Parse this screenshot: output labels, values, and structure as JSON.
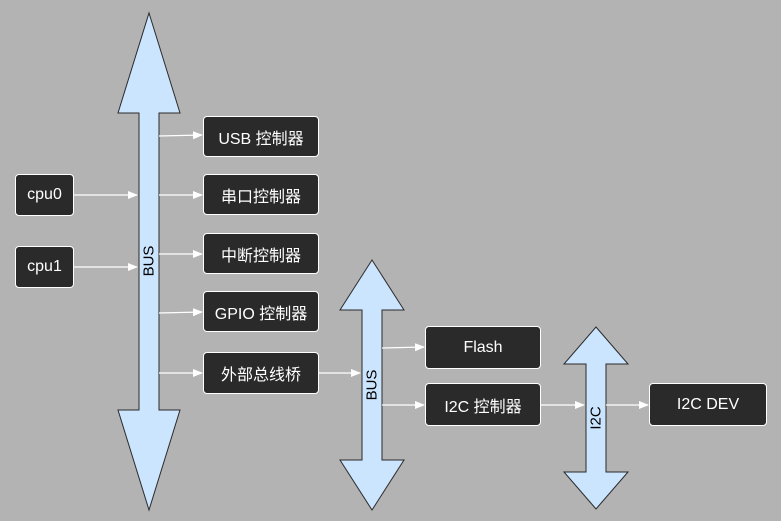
{
  "background_color": "#b3b3b3",
  "bus_fill_color": "#cce5ff",
  "box_fill_color": "#2a2a2a",
  "connector_color": "#ffffff",
  "nodes": {
    "cpu0": "cpu0",
    "cpu1": "cpu1",
    "usb_controller": "USB 控制器",
    "uart_controller": "串口控制器",
    "interrupt_controller": "中断控制器",
    "gpio_controller": "GPIO 控制器",
    "external_bus_bridge": "外部总线桥",
    "flash": "Flash",
    "i2c_controller": "I2C 控制器",
    "i2c_dev": "I2C DEV"
  },
  "buses": {
    "main_bus": "BUS",
    "external_bus": "BUS",
    "i2c_bus": "I2C"
  }
}
